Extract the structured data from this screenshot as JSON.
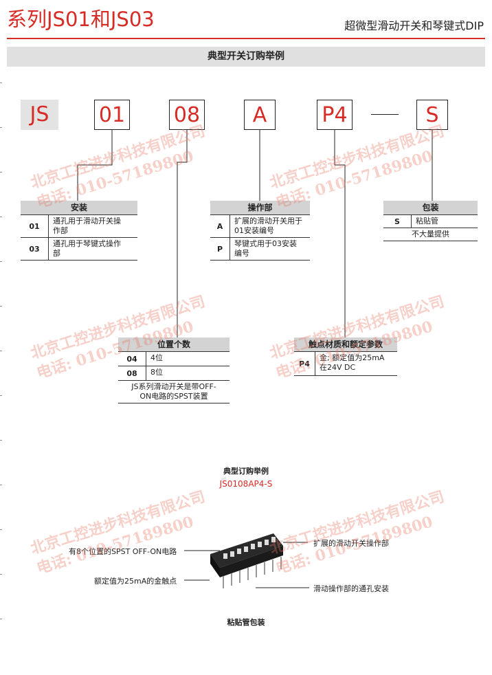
{
  "header": {
    "title": "系列JS01和JS03",
    "subtitle": "超微型滑动开关和琴键式DIP"
  },
  "banner": "典型开关订购举例",
  "part_codes": [
    "JS",
    "01",
    "08",
    "A",
    "P4",
    "S"
  ],
  "install": {
    "title": "安装",
    "rows": [
      {
        "code": "01",
        "desc": "通孔用于滑动开关操作部"
      },
      {
        "code": "03",
        "desc": "通孔用于琴键式操作部"
      }
    ]
  },
  "operation": {
    "title": "操作部",
    "rows": [
      {
        "code": "A",
        "desc": "扩展的滑动开关用于01安装编号"
      },
      {
        "code": "P",
        "desc": "琴键式用于03安装编号"
      }
    ]
  },
  "packaging": {
    "title": "包装",
    "rows": [
      {
        "code": "S",
        "desc": "粘贴管"
      }
    ],
    "note": "不大量提供"
  },
  "positions": {
    "title": "位置个数",
    "rows": [
      {
        "code": "04",
        "desc": "4位"
      },
      {
        "code": "08",
        "desc": "8位"
      }
    ],
    "note": "JS系列滑动开关是带OFF-ON电路的SPST装置"
  },
  "contact": {
    "title": "触点材质和额定参数",
    "rows": [
      {
        "code": "P4",
        "desc": "金; 额定值为25mA在24V DC"
      }
    ]
  },
  "example": {
    "title": "典型订购举例",
    "code": "JS0108AP4-S",
    "labels": {
      "left_top": "有8个位置的SPST OFF-ON电路",
      "left_bottom": "额定值为25mA的金触点",
      "right_top": "扩展的滑动开关操作部",
      "right_bottom": "滑动操作部的通孔安装"
    },
    "packaging_label": "粘贴管包装"
  },
  "watermark": {
    "line1": "北京工控进步科技有限公司",
    "line2": "电话: 010-57189800"
  },
  "colors": {
    "accent": "#d72b26",
    "header_gray": "#d3d3d3"
  }
}
